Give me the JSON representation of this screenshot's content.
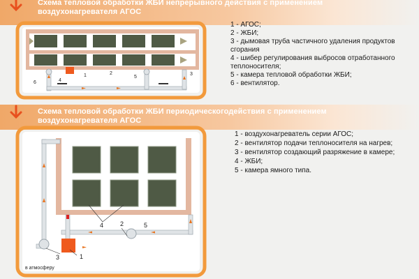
{
  "section1": {
    "title": "Схема тепловой обработки ЖБИ непрерывного действия с применением воздухонагревателя АГОС",
    "diagram_labels": [
      "1",
      "2",
      "3",
      "4",
      "5",
      "6"
    ],
    "legend": [
      "1 - АГОС;",
      "2 - ЖБИ;",
      "3 - дымовая труба частичного удаления продуктов сгорания",
      "4 - шибер регулирования выбросов отработанного теплоносителя;",
      "5 - камера тепловой обработки ЖБИ;",
      "6 - вентилятор."
    ]
  },
  "section2": {
    "title": "Схема тепловой обработки ЖБИ периодическогодействия с применением воздухонагревателя АГОС",
    "diagram_labels": [
      "1",
      "2",
      "3",
      "4",
      "5"
    ],
    "exhaust_label": "в атмосферу",
    "legend": [
      "1 - воздухонагреватель серии АГОС;",
      "2 - вентилятор подачи теплоносителя на нагрев;",
      "3 - вентилятор создающий разряжение в камере;",
      "4 - ЖБИ;",
      "5 - камера ямного типа."
    ]
  },
  "colors": {
    "accent": "#e8731e",
    "frame": "#f29a3c",
    "panel": "#4f5a45",
    "brick": "#e3b7a0",
    "heater": "#ef5a1e"
  }
}
